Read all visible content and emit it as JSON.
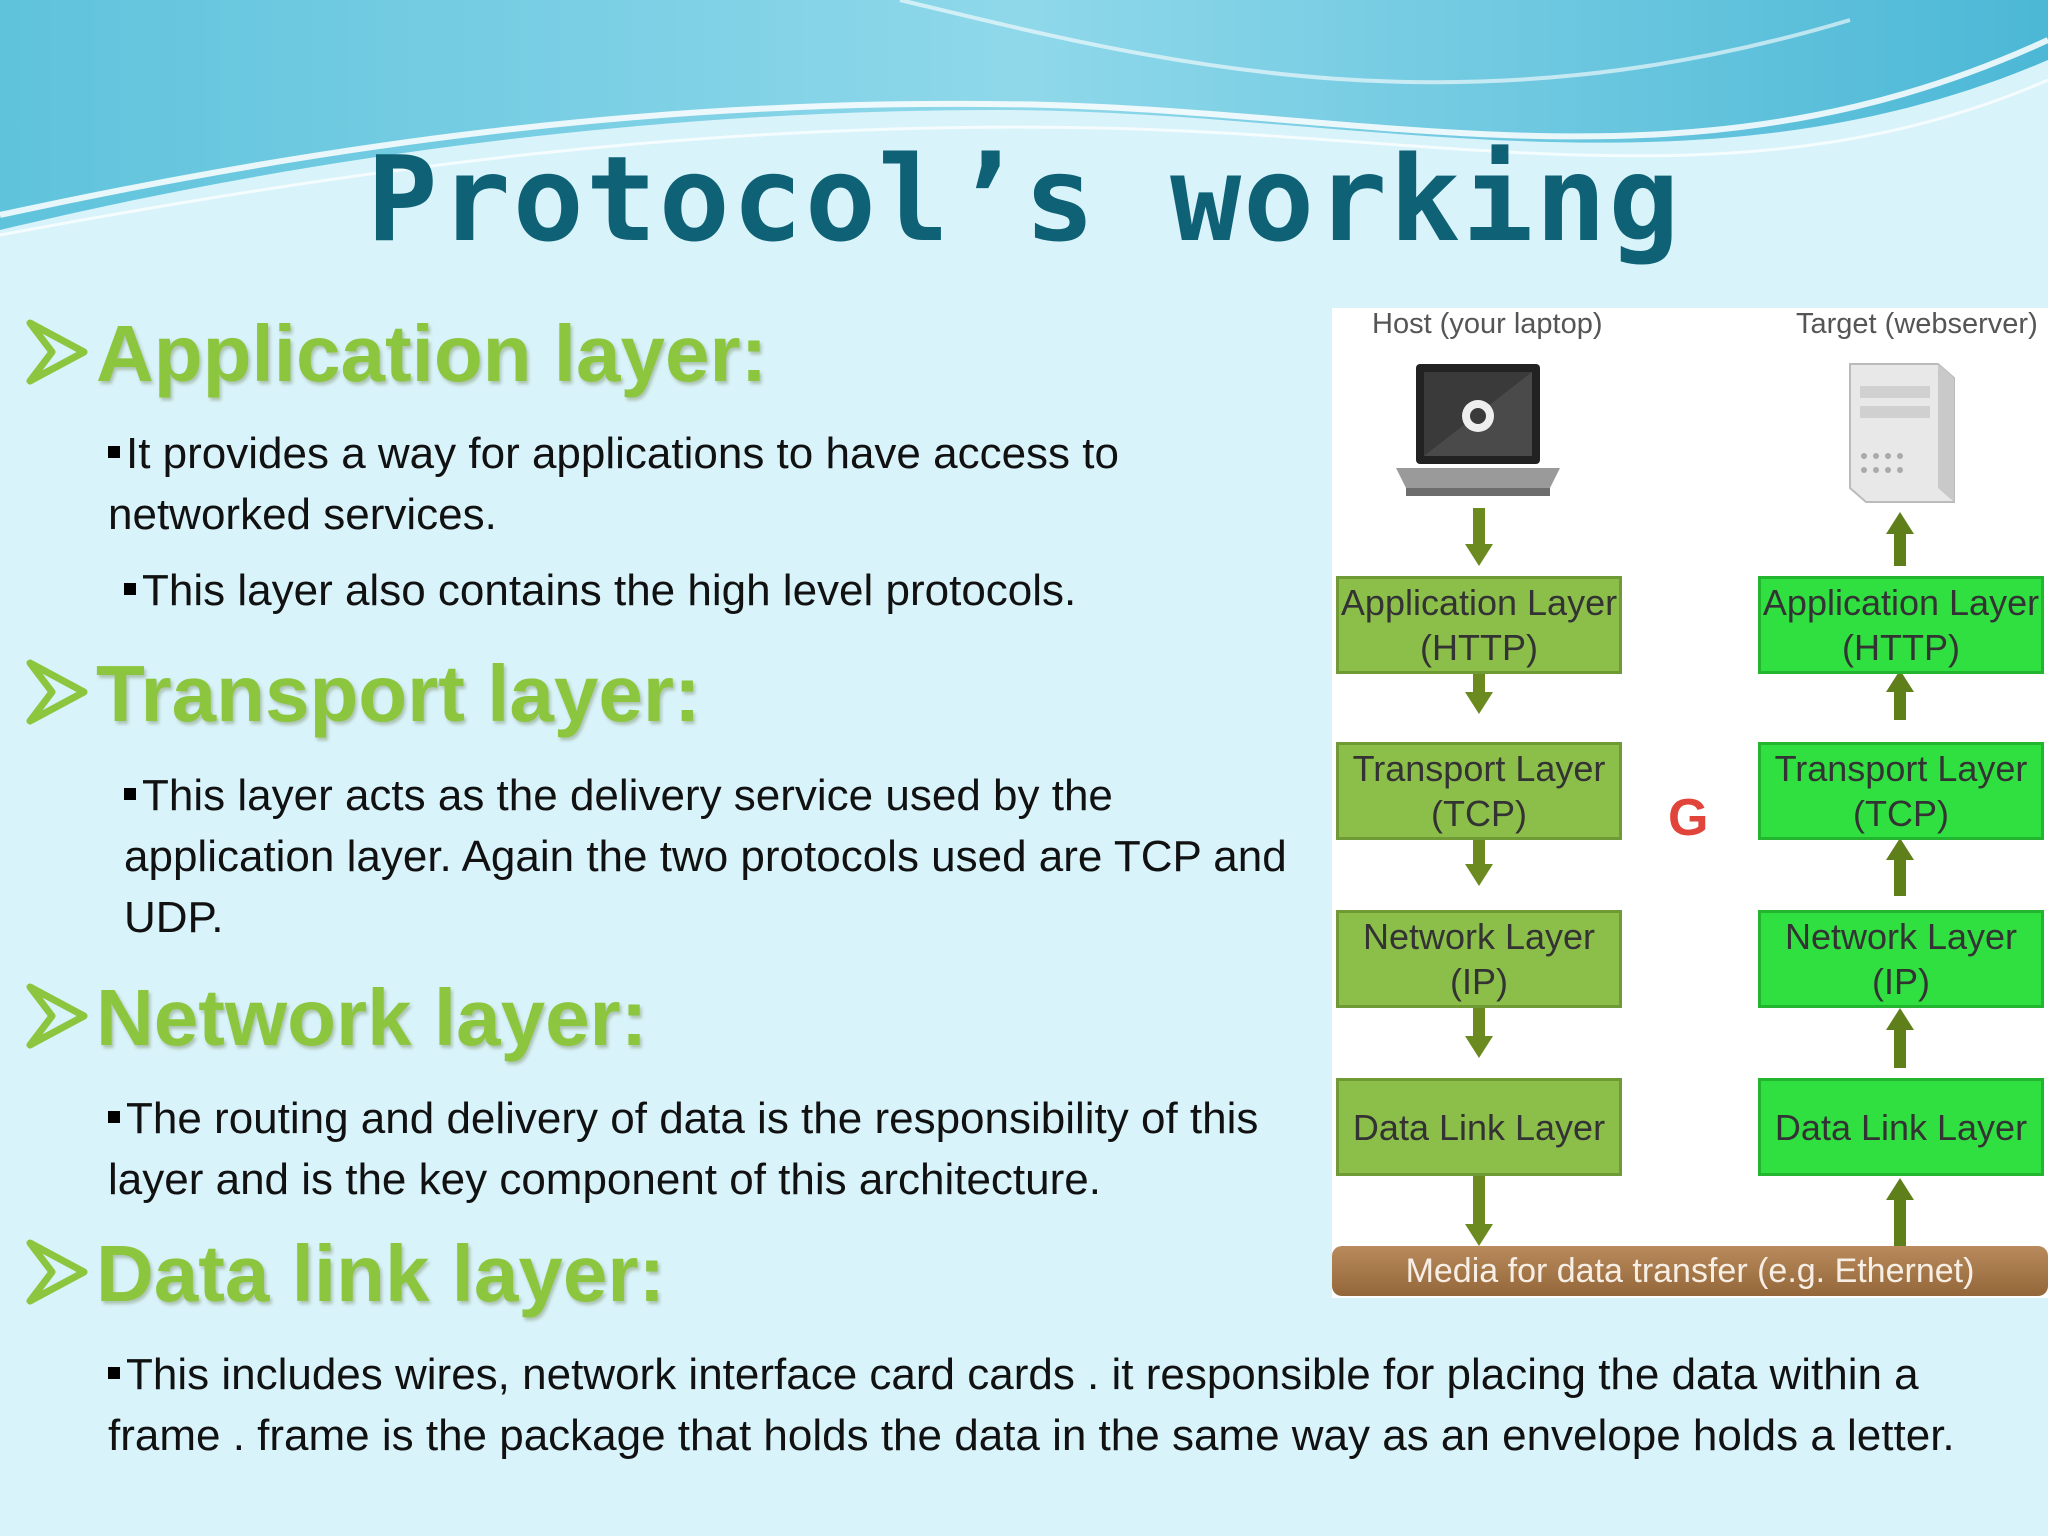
{
  "title": "Protocol’s working",
  "sections": [
    {
      "heading": "Application layer:",
      "bullets": [
        "It provides a way for applications to have access to networked services.",
        "This layer also contains the high level protocols."
      ]
    },
    {
      "heading": "Transport layer:",
      "bullets": [
        "This layer acts as the delivery service used by the application layer.  Again the two protocols used are TCP and UDP."
      ]
    },
    {
      "heading": "Network layer:",
      "bullets": [
        "The routing and delivery of data is the responsibility of this layer and is the key component of this architecture."
      ]
    },
    {
      "heading": "Data link layer:",
      "bullets": [
        "This includes wires, network interface card cards  . it responsible for placing the data within a frame . frame is the package that holds the data in the same way as an envelope holds a letter."
      ]
    }
  ],
  "diagram": {
    "host_caption": "Host (your laptop)",
    "target_caption": "Target (webserver)",
    "host_layers": [
      "Application Layer (HTTP)",
      "Transport Layer (TCP)",
      "Network Layer (IP)",
      "Data Link Layer"
    ],
    "target_layers": [
      "Application Layer (HTTP)",
      "Transport Layer (TCP)",
      "Network Layer (IP)",
      "Data Link Layer"
    ],
    "media": "Media for data transfer (e.g. Ethernet)",
    "link_symbol": "G",
    "host_color": "#8cbf4a",
    "target_color": "#2fe040",
    "media_color": "#a87a4b"
  },
  "colors": {
    "title": "#0f6275",
    "heading": "#8cc63f",
    "background": "#d9f3fb"
  }
}
